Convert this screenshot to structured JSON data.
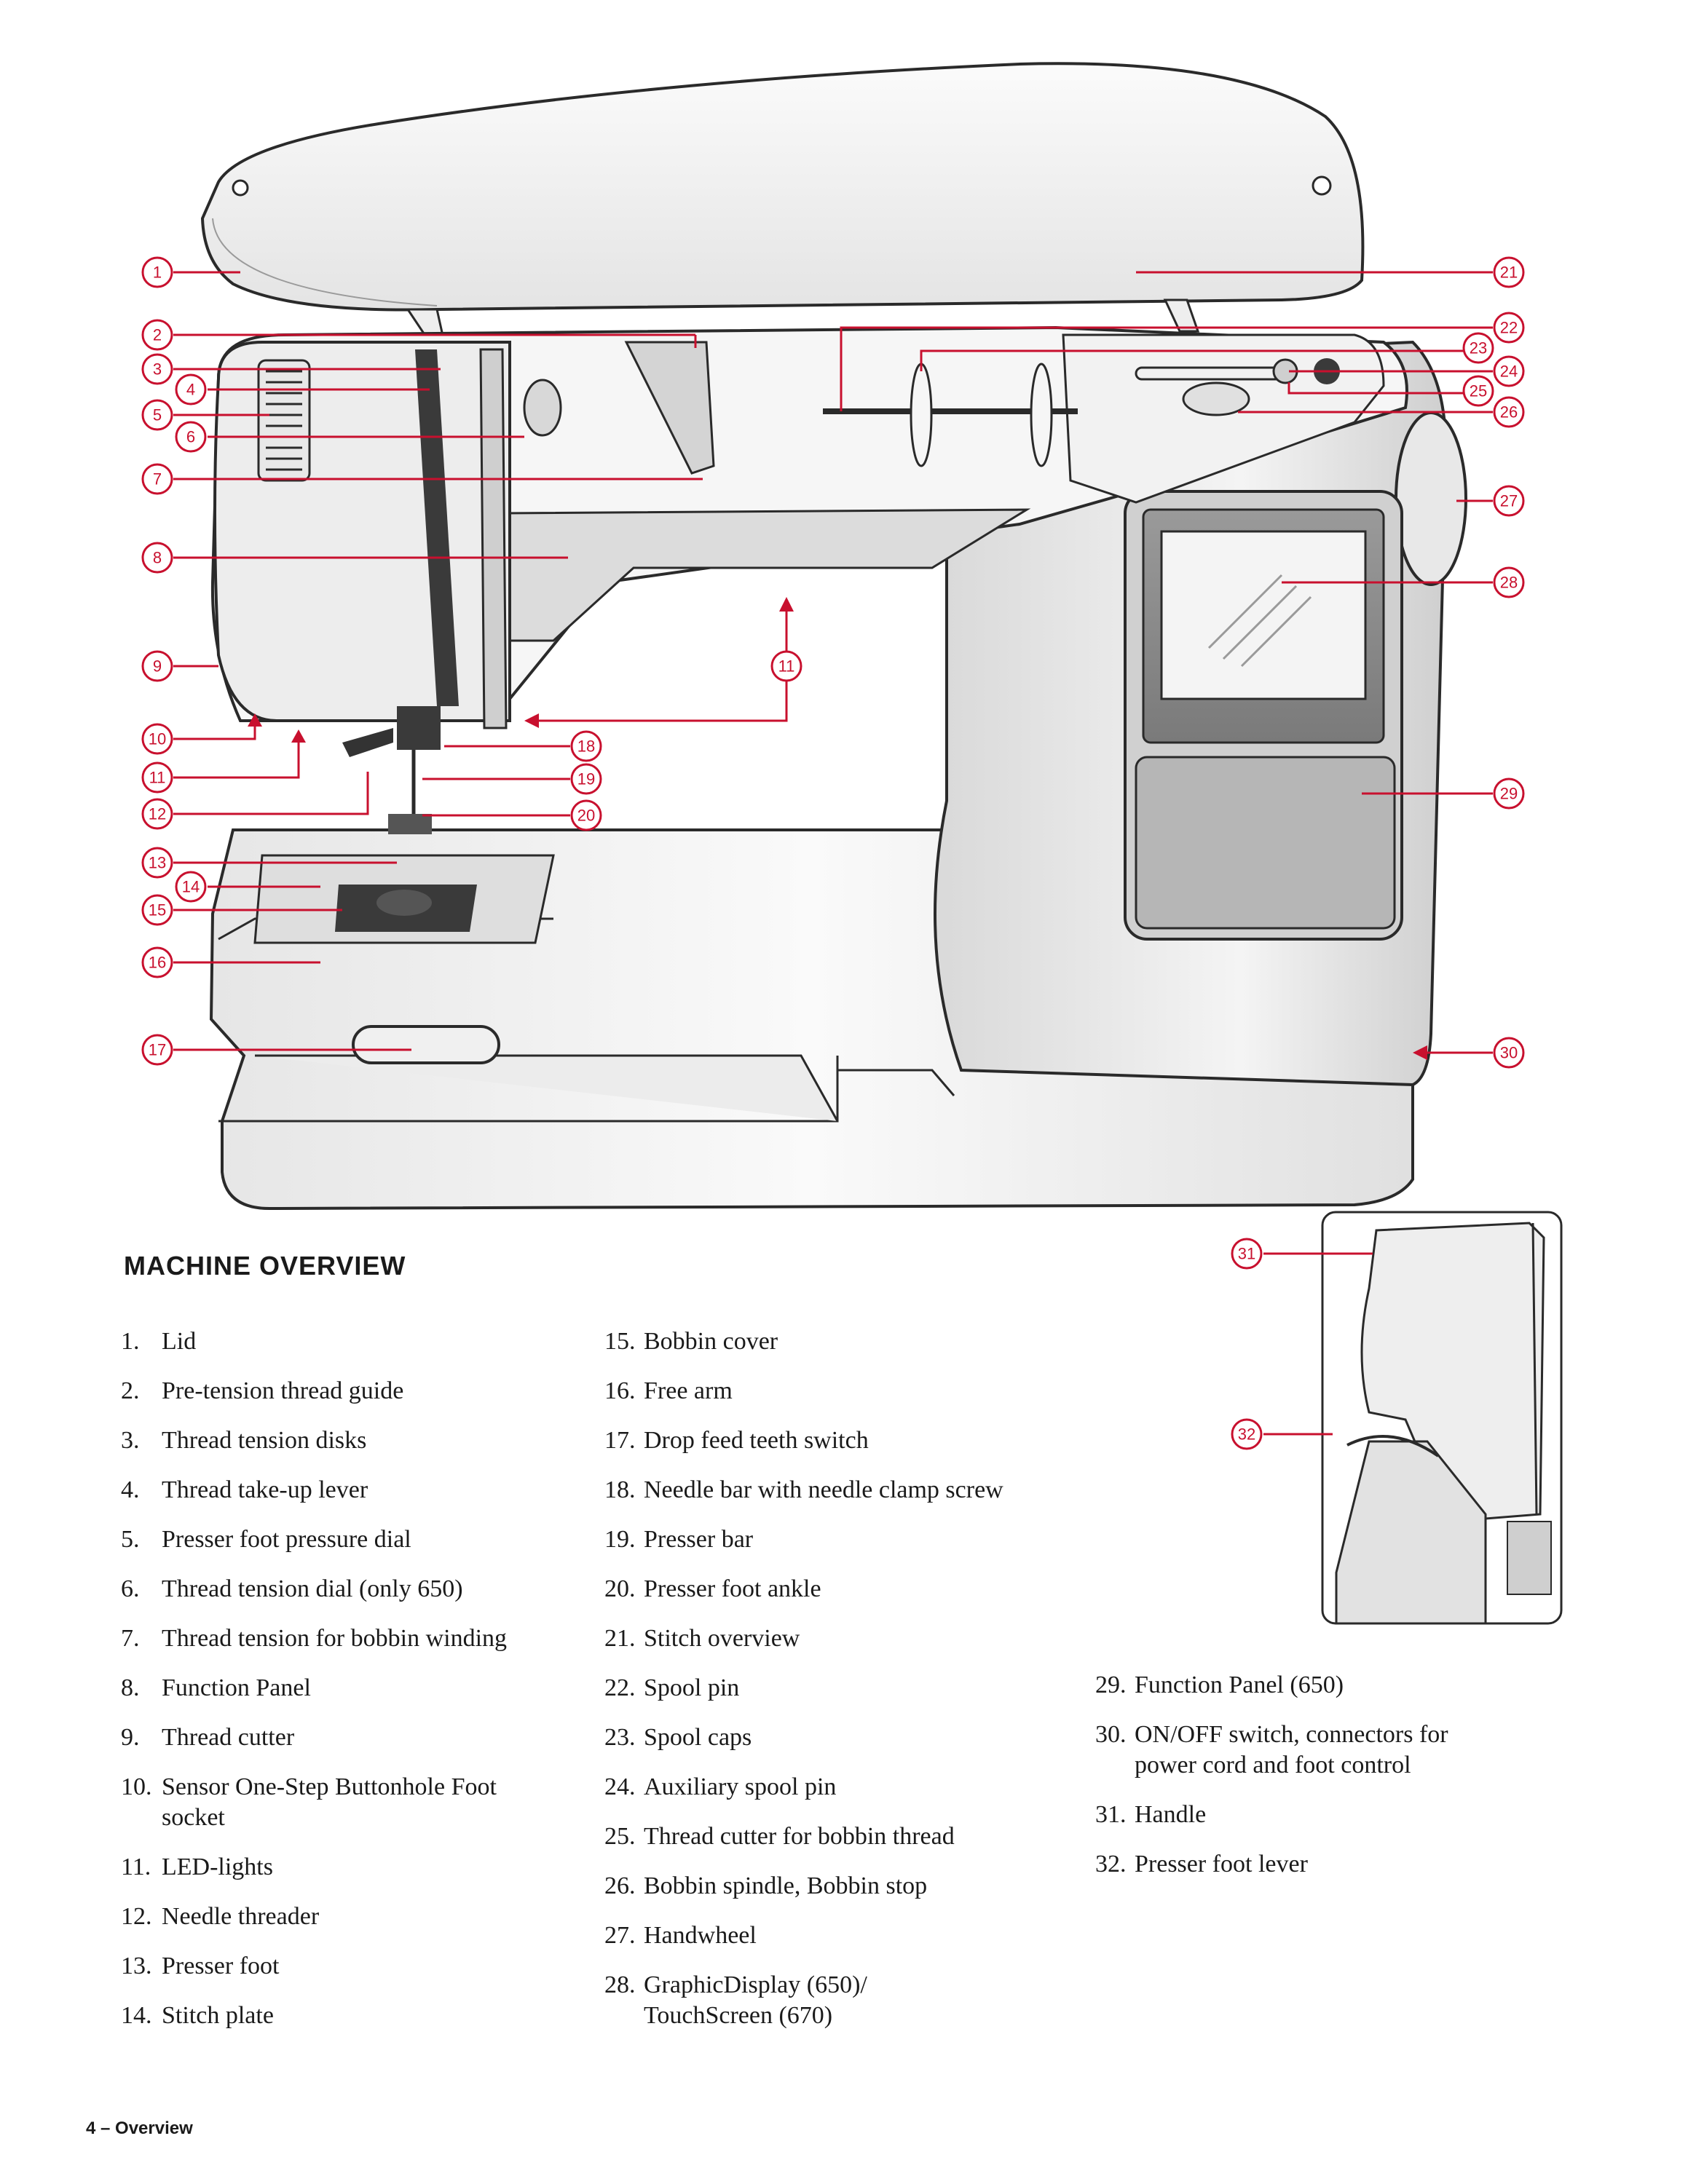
{
  "section_title": "MACHINE OVERVIEW",
  "footer": "4 – Overview",
  "accent_color": "#c8102e",
  "callouts": [
    "1",
    "2",
    "3",
    "4",
    "5",
    "6",
    "7",
    "8",
    "9",
    "10",
    "11",
    "11",
    "12",
    "13",
    "14",
    "15",
    "16",
    "17",
    "18",
    "19",
    "20",
    "21",
    "22",
    "23",
    "24",
    "25",
    "26",
    "27",
    "28",
    "29",
    "30",
    "31",
    "32"
  ],
  "columns": [
    [
      {
        "num": "1.",
        "text": "Lid"
      },
      {
        "num": "2.",
        "text": "Pre-tension thread guide"
      },
      {
        "num": "3.",
        "text": "Thread tension disks"
      },
      {
        "num": "4.",
        "text": "Thread take-up lever"
      },
      {
        "num": "5.",
        "text": "Presser foot pressure dial"
      },
      {
        "num": "6.",
        "text": "Thread tension dial (only 650)"
      },
      {
        "num": "7.",
        "text": "Thread tension for bobbin winding"
      },
      {
        "num": "8.",
        "text": "Function Panel"
      },
      {
        "num": "9.",
        "text": "Thread cutter"
      },
      {
        "num": "10.",
        "text": "Sensor One-Step Buttonhole Foot socket"
      },
      {
        "num": "11.",
        "text": "LED-lights"
      },
      {
        "num": "12.",
        "text": "Needle threader"
      },
      {
        "num": "13.",
        "text": "Presser foot"
      },
      {
        "num": "14.",
        "text": "Stitch plate"
      }
    ],
    [
      {
        "num": "15.",
        "text": "Bobbin cover"
      },
      {
        "num": "16.",
        "text": "Free arm"
      },
      {
        "num": "17.",
        "text": "Drop feed teeth switch"
      },
      {
        "num": "18.",
        "text": "Needle bar with needle clamp screw"
      },
      {
        "num": "19.",
        "text": "Presser bar"
      },
      {
        "num": "20.",
        "text": "Presser foot ankle"
      },
      {
        "num": "21.",
        "text": "Stitch overview"
      },
      {
        "num": "22.",
        "text": "Spool pin"
      },
      {
        "num": "23.",
        "text": "Spool caps"
      },
      {
        "num": "24.",
        "text": "Auxiliary spool pin"
      },
      {
        "num": "25.",
        "text": "Thread cutter for bobbin thread"
      },
      {
        "num": "26.",
        "text": "Bobbin spindle, Bobbin stop"
      },
      {
        "num": "27.",
        "text": "Handwheel"
      },
      {
        "num": "28.",
        "text": "GraphicDisplay (650)/ TouchScreen (670)"
      }
    ],
    [
      {
        "num": "29.",
        "text": "Function Panel (650)"
      },
      {
        "num": "30.",
        "text": "ON/OFF switch, connectors for power cord and foot control"
      },
      {
        "num": "31.",
        "text": "Handle"
      },
      {
        "num": "32.",
        "text": "Presser foot lever"
      }
    ]
  ]
}
